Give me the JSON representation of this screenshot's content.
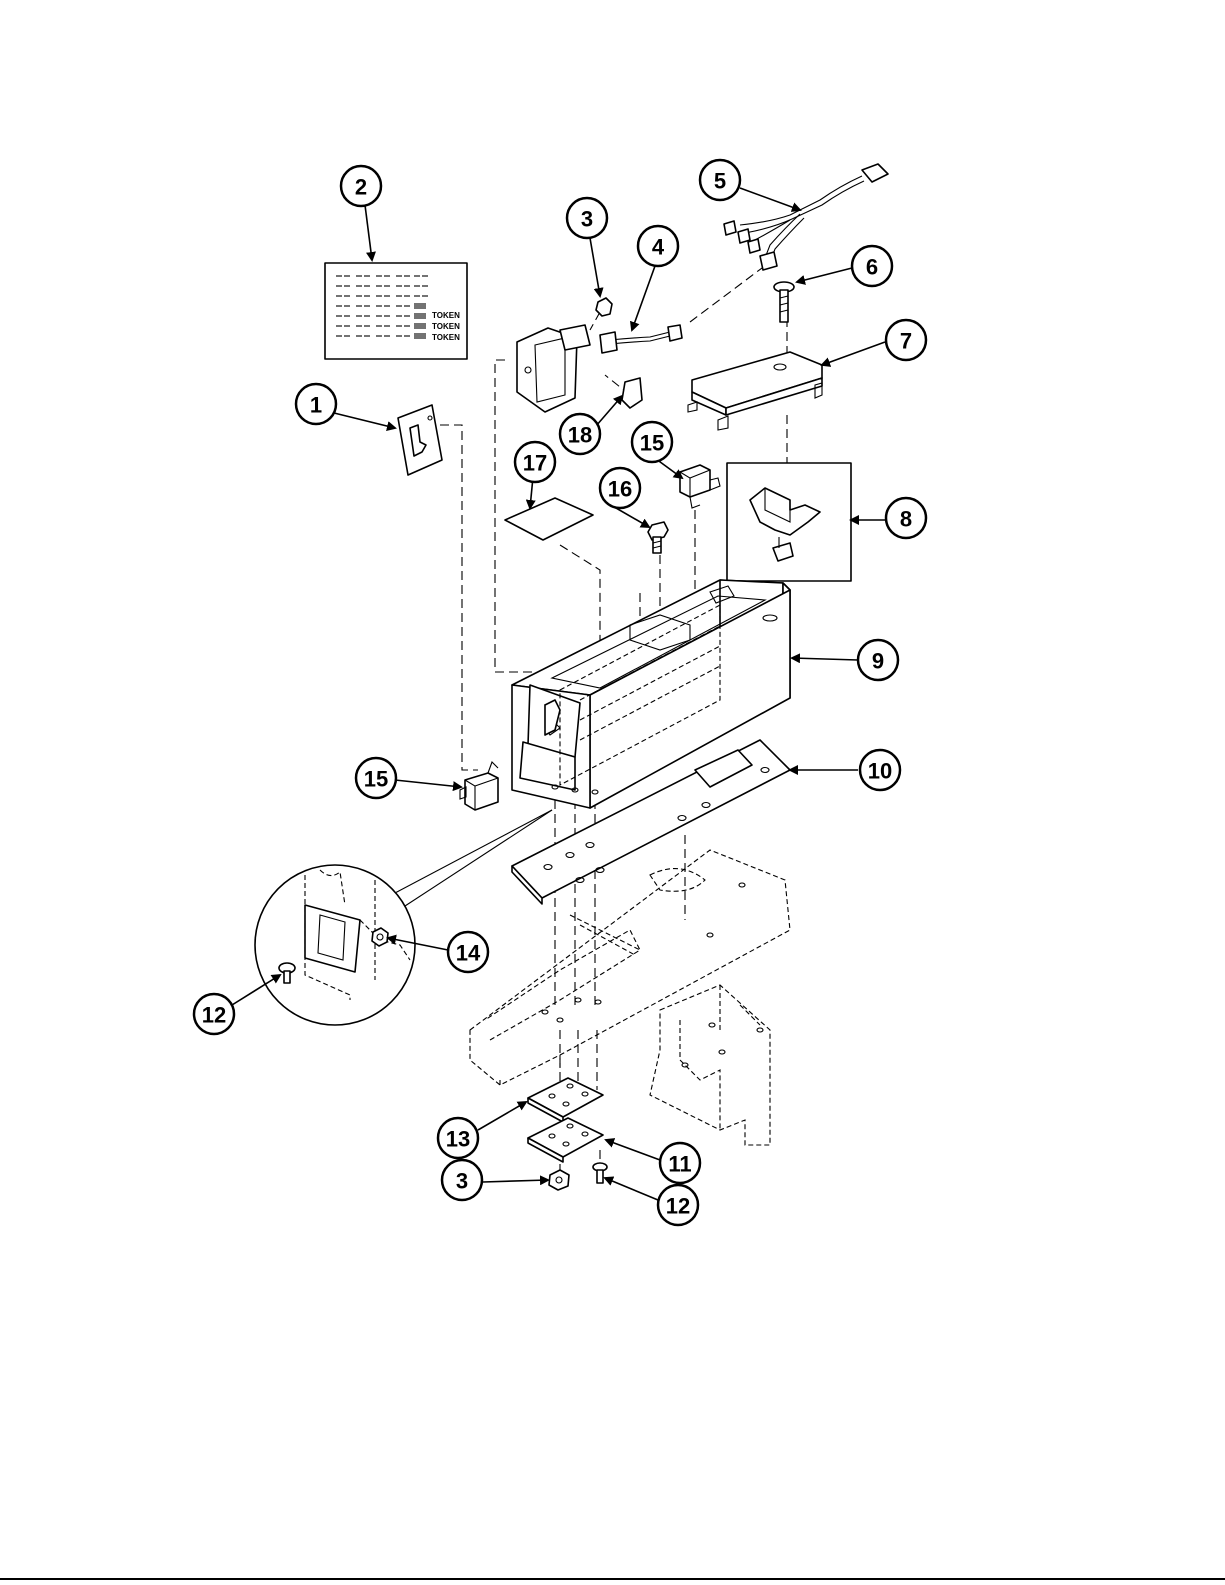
{
  "decal": {
    "token_labels": [
      "TOKEN",
      "TOKEN",
      "TOKEN"
    ]
  },
  "callouts": [
    {
      "id": "1",
      "label": "1"
    },
    {
      "id": "2",
      "label": "2"
    },
    {
      "id": "3a",
      "label": "3"
    },
    {
      "id": "4",
      "label": "4"
    },
    {
      "id": "5",
      "label": "5"
    },
    {
      "id": "6",
      "label": "6"
    },
    {
      "id": "7",
      "label": "7"
    },
    {
      "id": "8",
      "label": "8"
    },
    {
      "id": "9",
      "label": "9"
    },
    {
      "id": "10",
      "label": "10"
    },
    {
      "id": "11",
      "label": "11"
    },
    {
      "id": "12a",
      "label": "12"
    },
    {
      "id": "12b",
      "label": "12"
    },
    {
      "id": "13",
      "label": "13"
    },
    {
      "id": "14",
      "label": "14"
    },
    {
      "id": "15a",
      "label": "15"
    },
    {
      "id": "15b",
      "label": "15"
    },
    {
      "id": "16",
      "label": "16"
    },
    {
      "id": "17",
      "label": "17"
    },
    {
      "id": "18",
      "label": "18"
    },
    {
      "id": "3b",
      "label": "3"
    }
  ]
}
